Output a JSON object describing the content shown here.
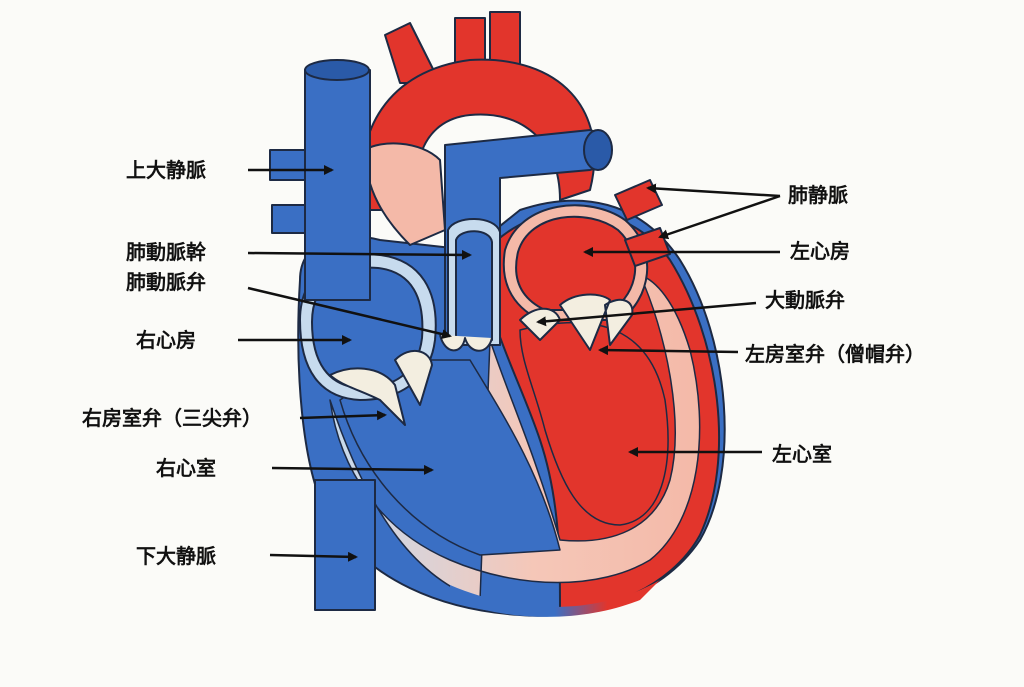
{
  "labels": {
    "superior_vena_cava": "上大静脈",
    "pulmonary_trunk": "肺動脈幹",
    "pulmonary_valve": "肺動脈弁",
    "right_atrium": "右心房",
    "tricuspid_valve": "右房室弁（三尖弁）",
    "right_ventricle": "右心室",
    "inferior_vena_cava": "下大静脈",
    "pulmonary_veins": "肺静脈",
    "left_atrium": "左心房",
    "aortic_valve": "大動脈弁",
    "mitral_valve": "左房室弁（僧帽弁）",
    "left_ventricle": "左心室"
  },
  "colors": {
    "blue": "#3a6fc4",
    "red": "#e2352c",
    "septum": "#f4b9a8",
    "valve": "#f3eee0",
    "background": "#fbfbf8"
  }
}
